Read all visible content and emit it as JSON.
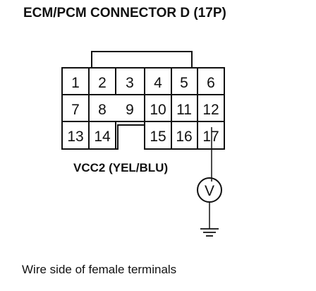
{
  "title": "ECM/PCM CONNECTOR D (17P)",
  "wire_label": "VCC2 (YEL/BLU)",
  "caption": "Wire side of female terminals",
  "pins": [
    "1",
    "2",
    "3",
    "4",
    "5",
    "6",
    "7",
    "8",
    "9",
    "10",
    "11",
    "12",
    "13",
    "14",
    "15",
    "16",
    "17"
  ],
  "meter_symbol": "V"
}
